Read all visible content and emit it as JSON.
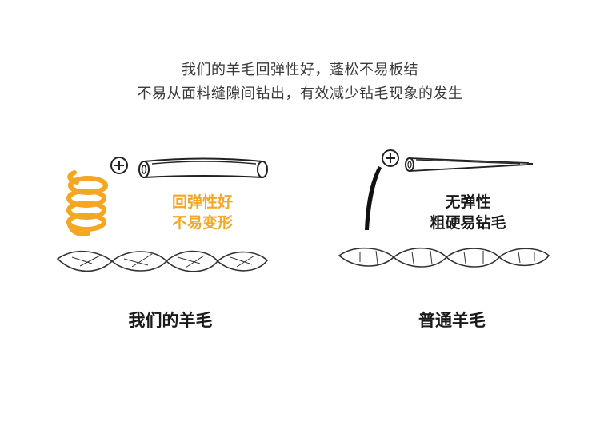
{
  "headline": {
    "line1": "我们的羊毛回弹性好，蓬松不易板结",
    "line2": "不易从面料缝隙间钻出，有效减少钻毛现象的发生"
  },
  "left_panel": {
    "label_line1": "回弹性好",
    "label_line2": "不易变形",
    "label_color": "#f5a623",
    "caption": "我们的羊毛"
  },
  "right_panel": {
    "label_line1": "无弹性",
    "label_line2": "粗硬易钻毛",
    "label_color": "#1a1a1a",
    "caption": "普通羊毛"
  },
  "icons": {
    "left_plus": "plus-circle-icon",
    "right_plus": "plus-circle-icon",
    "spring": "spring-icon",
    "fiber_tube_left": "hollow-fiber-icon",
    "fiber_tube_right": "tapered-fiber-icon",
    "curved_fiber": "curved-fiber-icon",
    "twisted_strand_left": "twisted-strand-icon",
    "twisted_strand_right": "twisted-strand-icon"
  }
}
